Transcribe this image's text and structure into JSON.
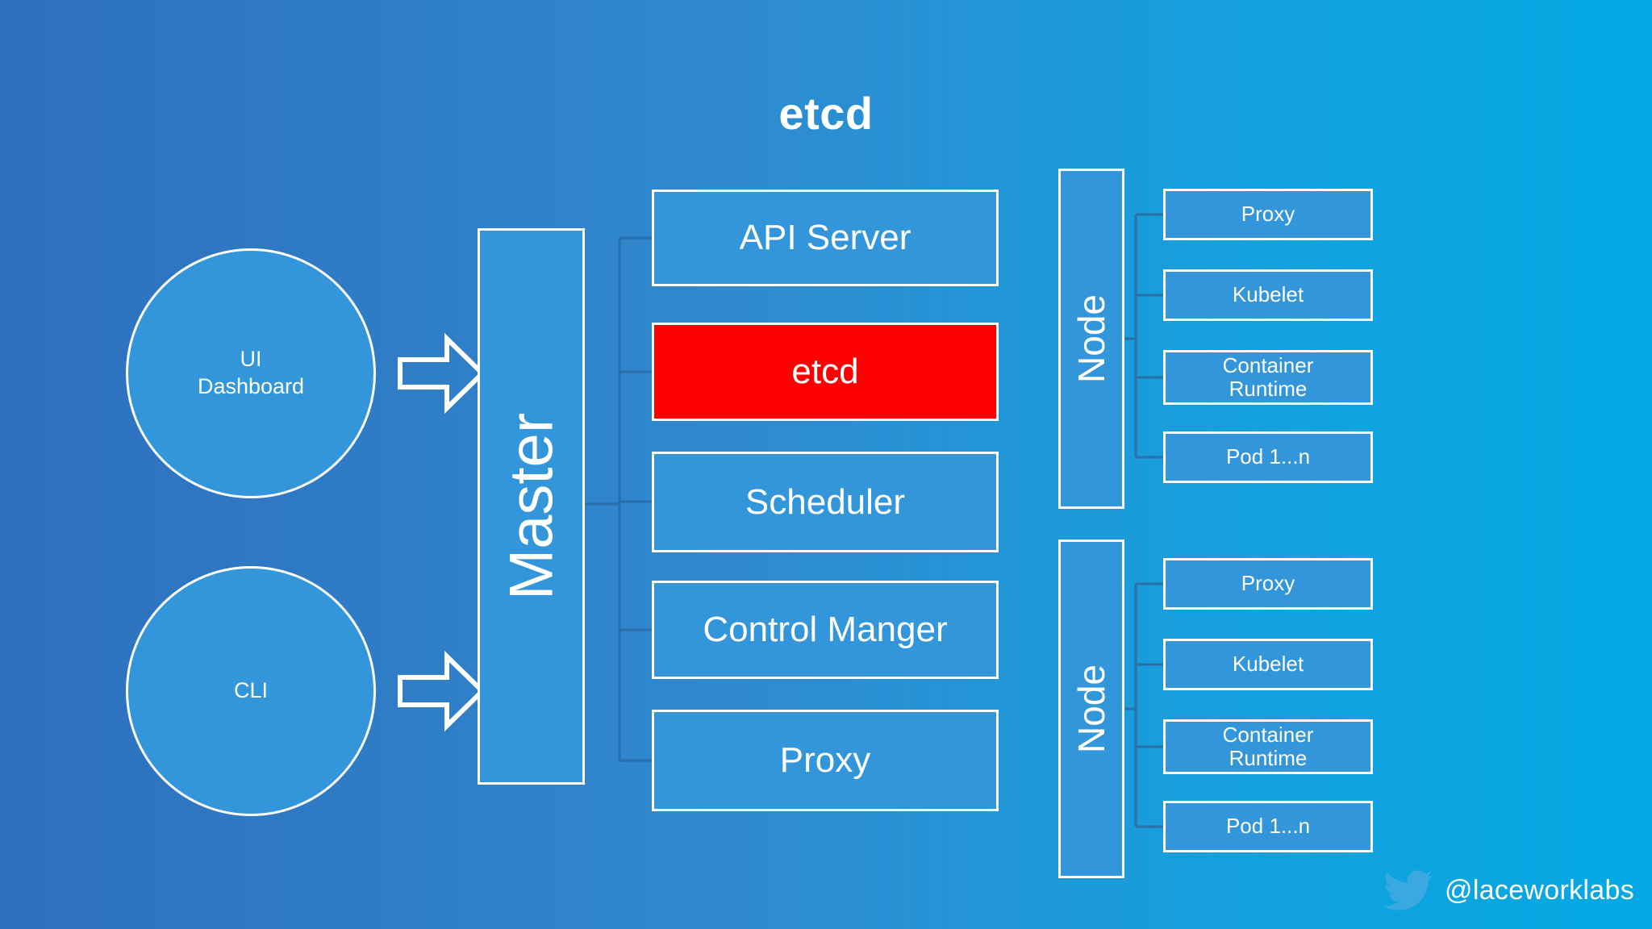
{
  "title": "etcd",
  "clients": [
    {
      "id": "ui-dashboard",
      "label": "UI\nDashboard"
    },
    {
      "id": "cli",
      "label": "CLI"
    }
  ],
  "master": {
    "label": "Master",
    "components": [
      {
        "id": "api-server",
        "label": "API Server",
        "highlight": false
      },
      {
        "id": "etcd",
        "label": "etcd",
        "highlight": true
      },
      {
        "id": "scheduler",
        "label": "Scheduler",
        "highlight": false
      },
      {
        "id": "control-manger",
        "label": "Control Manger",
        "highlight": false
      },
      {
        "id": "proxy",
        "label": "Proxy",
        "highlight": false
      }
    ]
  },
  "nodes": [
    {
      "id": "node-1",
      "label": "Node",
      "components": [
        {
          "id": "proxy",
          "label": "Proxy"
        },
        {
          "id": "kubelet",
          "label": "Kubelet"
        },
        {
          "id": "container-runtime",
          "label": "Container\nRuntime"
        },
        {
          "id": "pod",
          "label": "Pod 1...n"
        }
      ]
    },
    {
      "id": "node-2",
      "label": "Node",
      "components": [
        {
          "id": "proxy",
          "label": "Proxy"
        },
        {
          "id": "kubelet",
          "label": "Kubelet"
        },
        {
          "id": "container-runtime",
          "label": "Container\nRuntime"
        },
        {
          "id": "pod",
          "label": "Pod 1...n"
        }
      ]
    }
  ],
  "watermark": {
    "icon": "twitter-bird-icon",
    "handle": "@laceworklabs"
  },
  "colors": {
    "background_left": "#2e6fbe",
    "background_right": "#03a9e4",
    "box_fill": "#3396da",
    "box_border": "#ffffff",
    "highlight_fill": "#ff0000",
    "text": "#ffffff",
    "connector": "#2a6fa8",
    "twitter_blue": "#3aa9e0"
  }
}
